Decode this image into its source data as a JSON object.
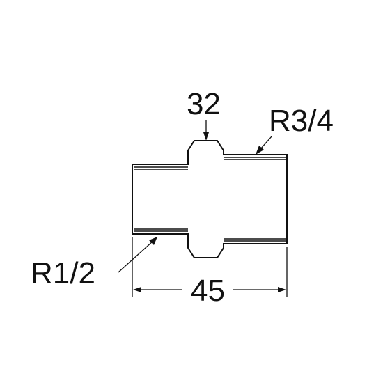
{
  "labels": {
    "hex_width": "32",
    "thread_right": "R3/4",
    "thread_left": "R1/2",
    "overall_length": "45"
  },
  "colors": {
    "line": "#111111",
    "background": "#ffffff"
  }
}
